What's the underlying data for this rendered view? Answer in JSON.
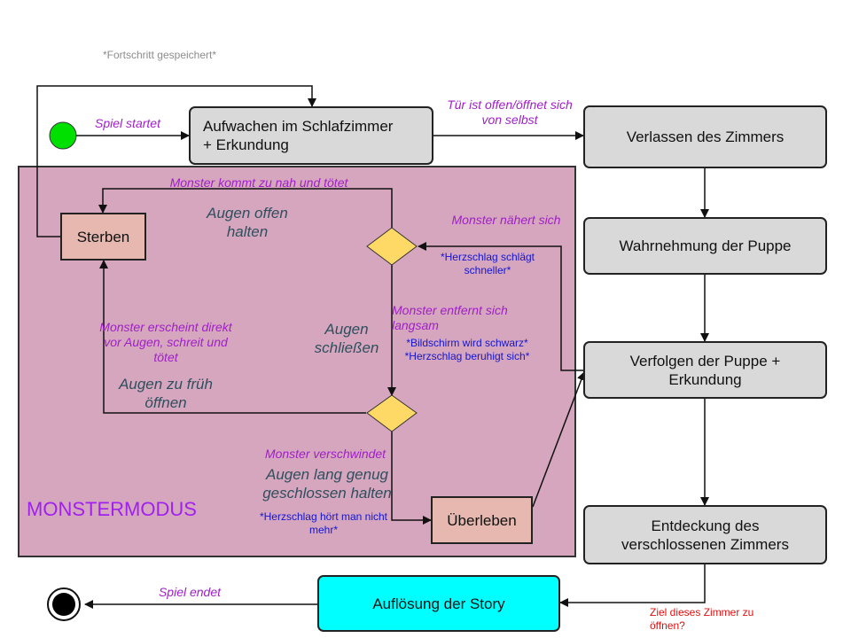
{
  "header": {
    "saved_note": "*Fortschritt gespeichert*"
  },
  "region": {
    "title": "MONSTERMODUS"
  },
  "states": {
    "wake": "Aufwachen im Schlafzimmer\n+ Erkundung",
    "leave": "Verlassen des Zimmers",
    "doll": "Wahrnehmung der Puppe",
    "follow": "Verfolgen der Puppe +\nErkundung",
    "discover": "Entdeckung des\nverschlossenen Zimmers",
    "resolution": "Auflösung der Story",
    "die": "Sterben",
    "survive": "Überleben"
  },
  "transitions": {
    "start": "Spiel startet",
    "door": "Tür ist offen/öffnet sich\nvon selbst",
    "kills_close": "Monster kommt zu nah und tötet",
    "approaches": "Monster nähert sich",
    "heartbeat_faster": "*Herzschlag schlägt\nschneller*",
    "moves_away": "Monster entfernt sich\nlangsam",
    "screen_black": "*Bildschirm wird schwarz*\n*Herzschlag beruhigt sich*",
    "appears": "Monster erscheint direkt\nvor Augen, schreit und\ntötet",
    "vanishes": "Monster verschwindet",
    "heartbeat_gone": "*Herzschlag hört man nicht\nmehr*",
    "end": "Spiel endet",
    "goal": "Ziel dieses Zimmer zu\nöffnen?"
  },
  "guards": {
    "eyes_open": "Augen offen\nhalten",
    "eyes_close": "Augen\nschließen",
    "eyes_early": "Augen zu früh\nöffnen",
    "eyes_long": "Augen lang genug\ngeschlossen halten"
  },
  "colors": {
    "region_fill": "#d5a6bd",
    "state_fill": "#d9d9d9",
    "die_fill": "#e6b8af",
    "resolution_fill": "#00ffff",
    "decision_fill": "#ffd966",
    "start_fill": "#00e000",
    "label_purple": "#a020c8",
    "label_blue": "#1515d0"
  }
}
